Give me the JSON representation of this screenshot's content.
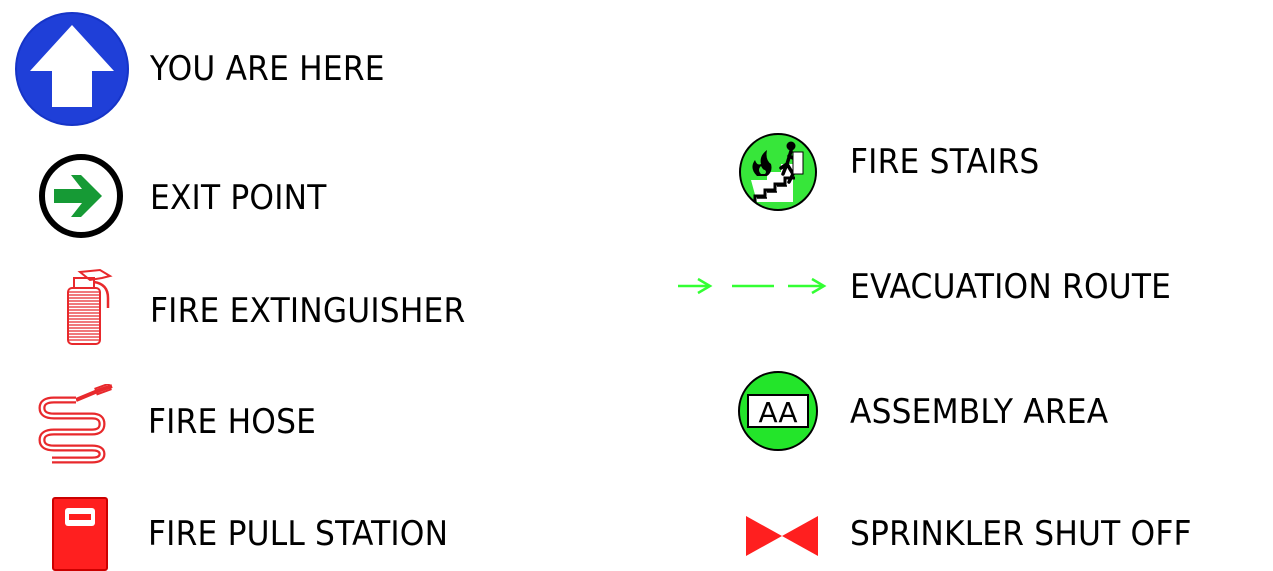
{
  "legend": {
    "left_column": [
      {
        "id": "you-are-here",
        "label": "YOU ARE HERE",
        "icon": "up-arrow-circle-icon",
        "color": "#1f3fd8"
      },
      {
        "id": "exit-point",
        "label": "EXIT POINT",
        "icon": "right-arrow-circle-icon",
        "color": "#169a35"
      },
      {
        "id": "fire-extinguisher",
        "label": "FIRE EXTINGUISHER",
        "icon": "fire-extinguisher-icon",
        "color": "#e8292c"
      },
      {
        "id": "fire-hose",
        "label": "FIRE HOSE",
        "icon": "fire-hose-icon",
        "color": "#e8292c"
      },
      {
        "id": "fire-pull-station",
        "label": "FIRE PULL STATION",
        "icon": "fire-pull-station-icon",
        "color": "#ff1f1f"
      }
    ],
    "right_column": [
      {
        "id": "fire-stairs",
        "label": "FIRE STAIRS",
        "icon": "fire-stairs-icon",
        "color": "#37e63a"
      },
      {
        "id": "evacuation-route",
        "label": "EVACUATION ROUTE",
        "icon": "dashed-arrow-icon",
        "color": "#33ff33"
      },
      {
        "id": "assembly-area",
        "label": "ASSEMBLY AREA",
        "icon": "assembly-area-icon",
        "color": "#23e52a",
        "icon_text": "AA"
      },
      {
        "id": "sprinkler-shut-off",
        "label": "SPRINKLER SHUT OFF",
        "icon": "bowtie-valve-icon",
        "color": "#ff1f1f"
      }
    ]
  }
}
